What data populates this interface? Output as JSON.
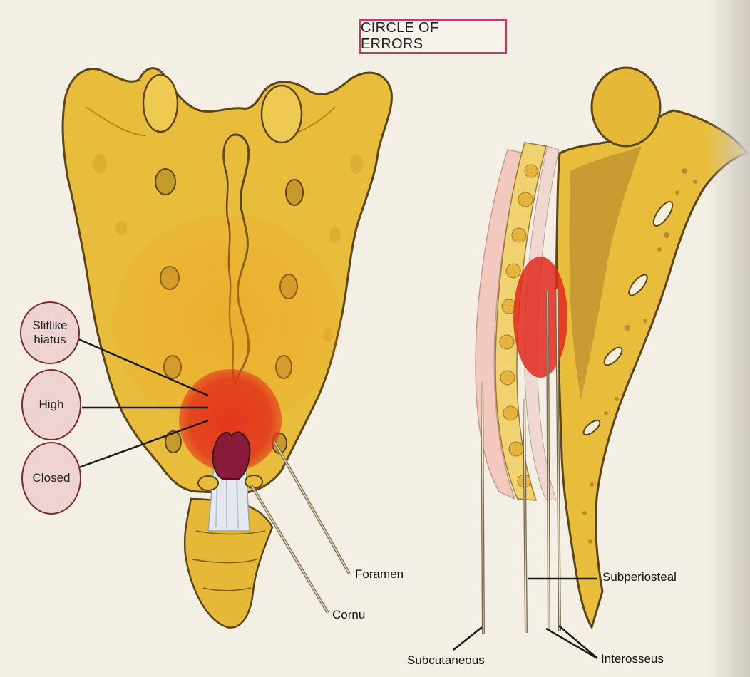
{
  "title": "CIRCLE OF ERRORS",
  "callouts": {
    "slitlike": "Slitlike hiatus",
    "high": "High",
    "closed": "Closed"
  },
  "labels": {
    "foramen": "Foramen",
    "cornu": "Cornu",
    "subperiosteal": "Subperiosteal",
    "subcutaneous": "Subcutaneous",
    "interosseus": "Interosseus"
  },
  "colors": {
    "bone": "#e9bd3c",
    "bone_outline": "#5a4518",
    "error_zone": "#e02a1e",
    "callout_fill": "#efd3d3",
    "title_border": "#c4386a"
  }
}
